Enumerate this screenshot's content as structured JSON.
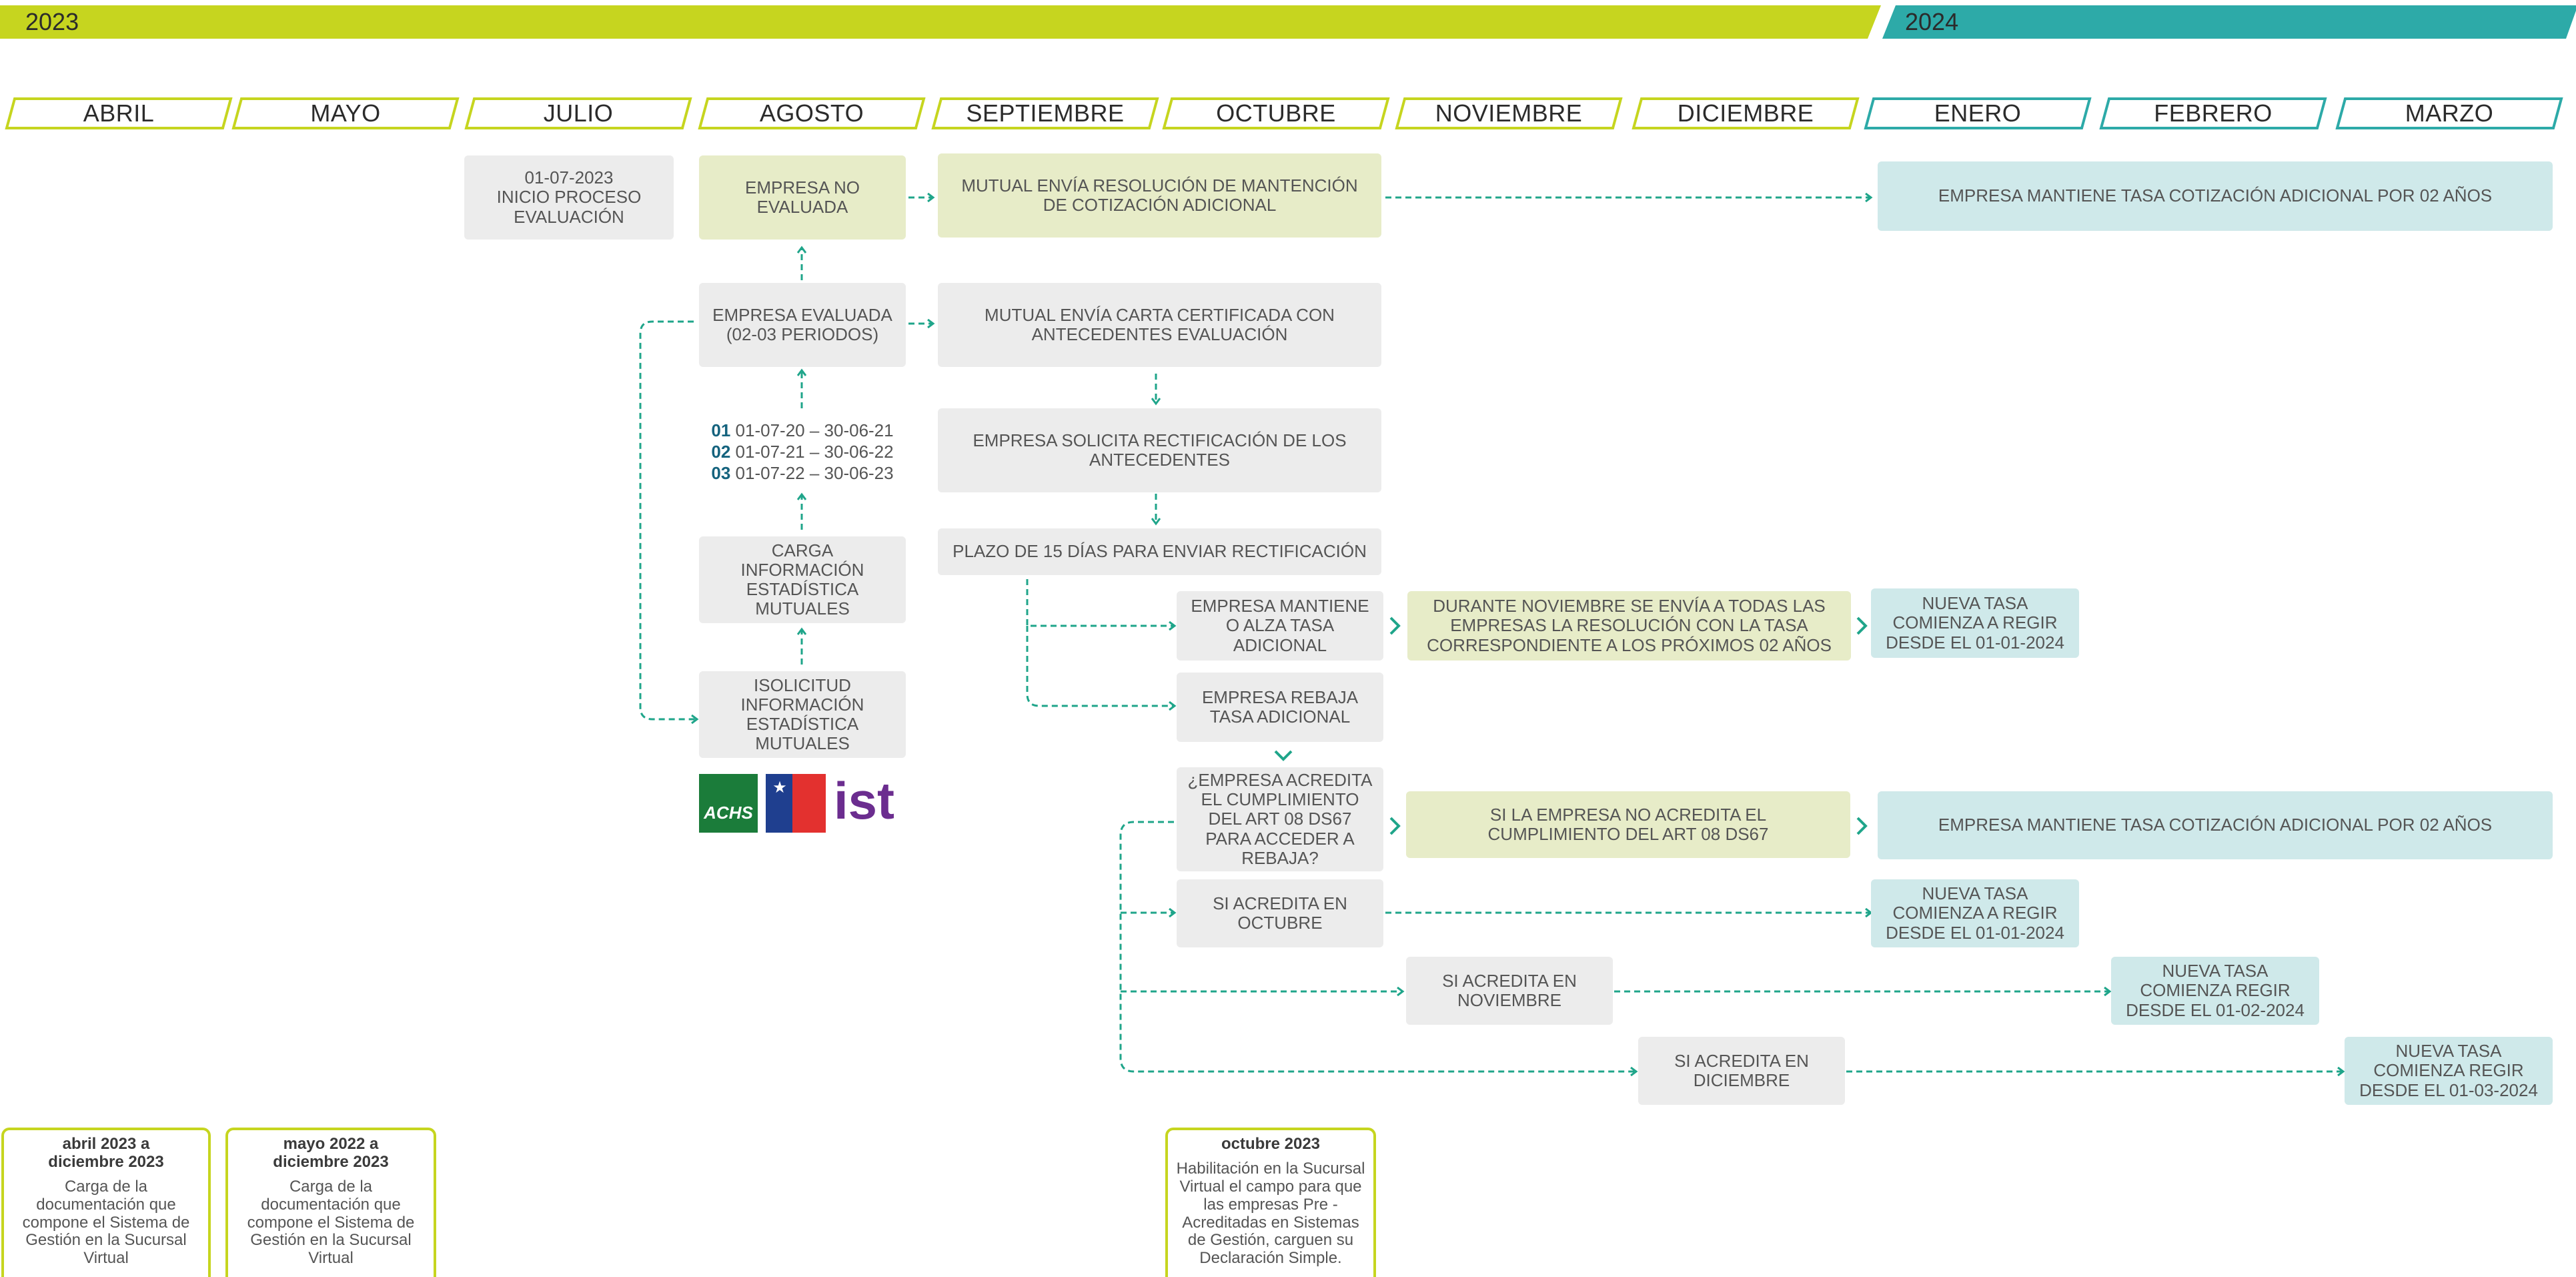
{
  "years": {
    "y2023": "2023",
    "y2024": "2024"
  },
  "colors": {
    "olive": "#c6d51f",
    "teal": "#2daaa8",
    "arrow": "#1fa58a",
    "grey_box": "#ececec",
    "olive_box": "#e7ecc8",
    "teal_box": "#cfe9ea",
    "period_num": "#15637e"
  },
  "months": [
    "ABRIL",
    "MAYO",
    "JULIO",
    "AGOSTO",
    "SEPTIEMBRE",
    "OCTUBRE",
    "NOVIEMBRE",
    "DICIEMBRE",
    "ENERO",
    "FEBRERO",
    "MARZO"
  ],
  "boxes": {
    "inicio": "01-07-2023\nINICIO PROCESO\nEVALUACIÓN",
    "no_evaluada": "EMPRESA NO\nEVALUADA",
    "resolucion_mantencion": "MUTUAL ENVÍA RESOLUCIÓN DE MANTENCIÓN\nDE COTIZACIÓN ADICIONAL",
    "mantiene_tasa_top": "EMPRESA MANTIENE TASA COTIZACIÓN ADICIONAL POR 02 AÑOS",
    "evaluada": "EMPRESA EVALUADA\n(02-03 PERIODOS)",
    "carta_certificada": "MUTUAL ENVÍA CARTA CERTIFICADA CON\nANTECEDENTES EVALUACIÓN",
    "solicita_rectificacion": "EMPRESA SOLICITA RECTIFICACIÓN DE LOS\nANTECEDENTES",
    "plazo": "PLAZO DE 15 DÍAS PARA ENVIAR RECTIFICACIÓN",
    "carga_info": "CARGA\nINFORMACIÓN\nESTADÍSTICA\nMUTUALES",
    "solicitud_info": "ISOLICITUD\nINFORMACIÓN\nESTADÍSTICA\nMUTUALES",
    "mantiene_alza": "EMPRESA MANTIENE\nO ALZA TASA\nADICIONAL",
    "durante_noviembre": "DURANTE NOVIEMBRE SE ENVÍA A TODAS LAS\nEMPRESAS LA RESOLUCIÓN CON LA TASA\nCORRESPONDIENTE A LOS PRÓXIMOS 02 AÑOS",
    "nueva_tasa_1": "NUEVA TASA\nCOMIENZA A REGIR\nDESDE EL 01-01-2024",
    "rebaja": "EMPRESA REBAJA\nTASA ADICIONAL",
    "acredita_q": "¿EMPRESA ACREDITA\nEL CUMPLIMIENTO\nDEL ART 08 DS67\nPARA ACCEDER A\nREBAJA?",
    "no_acredita": "SI LA EMPRESA NO ACREDITA EL\nCUMPLIMIENTO DEL ART 08 DS67",
    "mantiene_tasa_mid": "EMPRESA MANTIENE TASA COTIZACIÓN ADICIONAL POR 02 AÑOS",
    "acredita_octubre": "SI ACREDITA EN\nOCTUBRE",
    "nueva_tasa_2": "NUEVA TASA\nCOMIENZA A REGIR\nDESDE EL 01-01-2024",
    "acredita_noviembre": "SI ACREDITA EN\nNOVIEMBRE",
    "nueva_tasa_3": "NUEVA TASA\nCOMIENZA REGIR\nDESDE EL 01-02-2024",
    "acredita_diciembre": "SI ACREDITA EN\nDICIEMBRE",
    "nueva_tasa_4": "NUEVA TASA\nCOMIENZA REGIR\nDESDE EL 01-03-2024"
  },
  "periods": [
    {
      "num": "01",
      "range": "01-07-20 – 30-06-21"
    },
    {
      "num": "02",
      "range": "01-07-21 – 30-06-22"
    },
    {
      "num": "03",
      "range": "01-07-22 – 30-06-23"
    }
  ],
  "logos": {
    "achs": "ACHS",
    "isl": "Instituto de Seguridad Laboral",
    "ist": "ist"
  },
  "notes": [
    {
      "title": "abril 2023 a\ndiciembre 2023",
      "body": "Carga de la\ndocumentación que\ncompone el Sistema de\nGestión en la Sucursal\nVirtual"
    },
    {
      "title": "mayo 2022 a\ndiciembre 2023",
      "body": "Carga de la\ndocumentación que\ncompone el Sistema de\nGestión en la Sucursal\nVirtual"
    },
    {
      "title": "octubre 2023",
      "body": "Habilitación en la Sucursal\nVirtual el campo para que\nlas empresas Pre -\nAcreditadas en Sistemas\nde Gestión, carguen su\nDeclaración Simple."
    }
  ]
}
